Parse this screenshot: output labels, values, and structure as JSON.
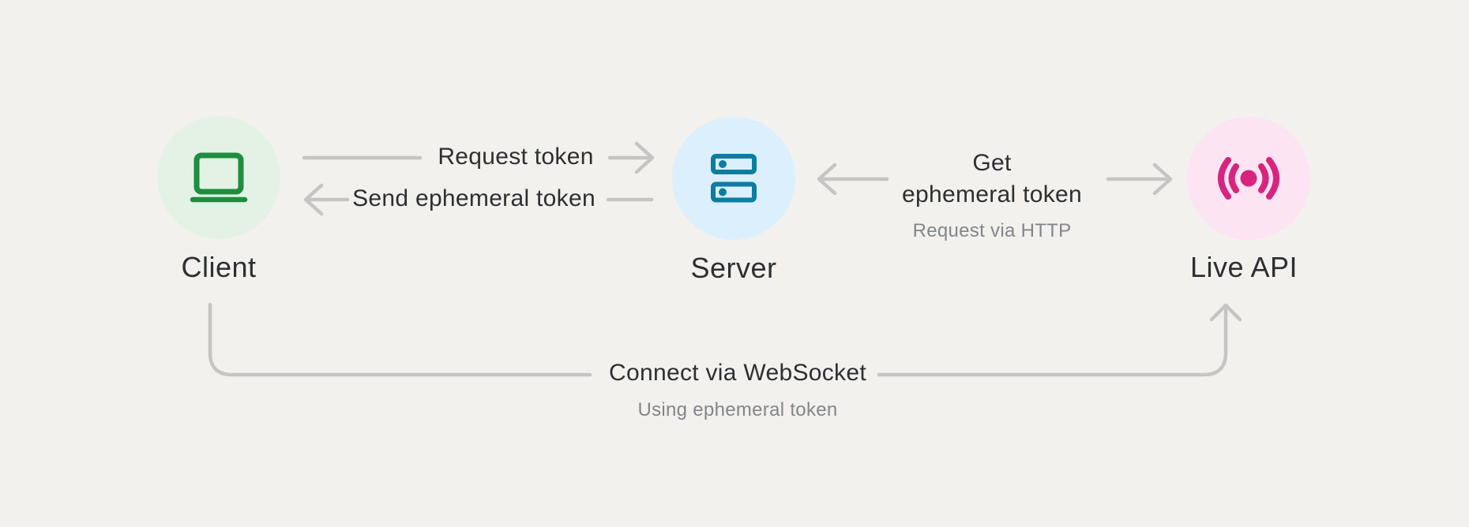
{
  "diagram": {
    "background_color": "#f2f1ee",
    "connector_color": "#c6c5c3",
    "text_primary_color": "#2e2f32",
    "text_secondary_color": "#828589",
    "nodes": {
      "client": {
        "label": "Client",
        "icon": "laptop-icon",
        "icon_color": "#1e8e3e",
        "bubble_color": "#e4f2e6"
      },
      "server": {
        "label": "Server",
        "icon": "server-stack-icon",
        "icon_color": "#0c7da0",
        "bubble_color": "#dceffd"
      },
      "live_api": {
        "label": "Live API",
        "icon": "live-broadcast-icon",
        "icon_color": "#d6247f",
        "bubble_color": "#fde4f2"
      }
    },
    "edges": {
      "request_token": {
        "from": "Client",
        "to": "Server",
        "label": "Request token"
      },
      "send_ephemeral_token": {
        "from": "Server",
        "to": "Client",
        "label": "Send ephemeral token"
      },
      "get_ephemeral_token": {
        "from": "Server",
        "to": "Live API",
        "label_line1": "Get",
        "label_line2": "ephemeral token",
        "sublabel": "Request via HTTP"
      },
      "connect_websocket": {
        "from": "Client",
        "to": "Live API",
        "label": "Connect via WebSocket",
        "sublabel": "Using ephemeral token"
      }
    }
  }
}
